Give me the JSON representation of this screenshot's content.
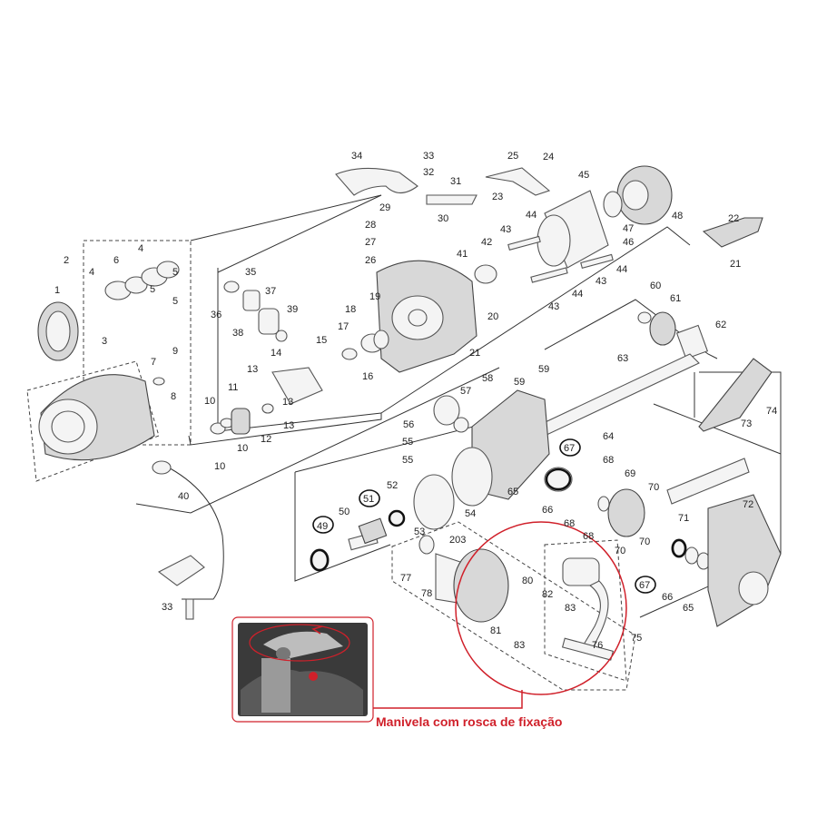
{
  "caption": "Manivela com rosca de fixação",
  "accent_color": "#d0202a",
  "labels": [
    {
      "id": "34",
      "text": "34"
    },
    {
      "id": "33a",
      "text": "33"
    },
    {
      "id": "32",
      "text": "32"
    },
    {
      "id": "25",
      "text": "25"
    },
    {
      "id": "24",
      "text": "24"
    },
    {
      "id": "31",
      "text": "31"
    },
    {
      "id": "23",
      "text": "23"
    },
    {
      "id": "45",
      "text": "45"
    },
    {
      "id": "29",
      "text": "29"
    },
    {
      "id": "30",
      "text": "30"
    },
    {
      "id": "47",
      "text": "47"
    },
    {
      "id": "48",
      "text": "48"
    },
    {
      "id": "28",
      "text": "28"
    },
    {
      "id": "44a",
      "text": "44"
    },
    {
      "id": "46",
      "text": "46"
    },
    {
      "id": "22",
      "text": "22"
    },
    {
      "id": "27",
      "text": "27"
    },
    {
      "id": "43a",
      "text": "43"
    },
    {
      "id": "42",
      "text": "42"
    },
    {
      "id": "41",
      "text": "41"
    },
    {
      "id": "26",
      "text": "26"
    },
    {
      "id": "44b",
      "text": "44"
    },
    {
      "id": "21a",
      "text": "21"
    },
    {
      "id": "2",
      "text": "2"
    },
    {
      "id": "4a",
      "text": "4"
    },
    {
      "id": "4b",
      "text": "4"
    },
    {
      "id": "35",
      "text": "35"
    },
    {
      "id": "6",
      "text": "6"
    },
    {
      "id": "5a",
      "text": "5"
    },
    {
      "id": "5b",
      "text": "5"
    },
    {
      "id": "5c",
      "text": "5"
    },
    {
      "id": "1",
      "text": "1"
    },
    {
      "id": "3",
      "text": "3"
    },
    {
      "id": "36",
      "text": "36"
    },
    {
      "id": "37",
      "text": "37"
    },
    {
      "id": "44c",
      "text": "44"
    },
    {
      "id": "43b",
      "text": "43"
    },
    {
      "id": "43c",
      "text": "43"
    },
    {
      "id": "60",
      "text": "60"
    },
    {
      "id": "61",
      "text": "61"
    },
    {
      "id": "18",
      "text": "18"
    },
    {
      "id": "19",
      "text": "19"
    },
    {
      "id": "20",
      "text": "20"
    },
    {
      "id": "39",
      "text": "39"
    },
    {
      "id": "38",
      "text": "38"
    },
    {
      "id": "62",
      "text": "62"
    },
    {
      "id": "17",
      "text": "17"
    },
    {
      "id": "15",
      "text": "15"
    },
    {
      "id": "16",
      "text": "16"
    },
    {
      "id": "21b",
      "text": "21"
    },
    {
      "id": "9",
      "text": "9"
    },
    {
      "id": "7",
      "text": "7"
    },
    {
      "id": "14",
      "text": "14"
    },
    {
      "id": "13a",
      "text": "13"
    },
    {
      "id": "63",
      "text": "63"
    },
    {
      "id": "8",
      "text": "8"
    },
    {
      "id": "58",
      "text": "58"
    },
    {
      "id": "59a",
      "text": "59"
    },
    {
      "id": "59b",
      "text": "59"
    },
    {
      "id": "57",
      "text": "57"
    },
    {
      "id": "11",
      "text": "11"
    },
    {
      "id": "10a",
      "text": "10"
    },
    {
      "id": "13b",
      "text": "13"
    },
    {
      "id": "13c",
      "text": "13"
    },
    {
      "id": "73",
      "text": "73"
    },
    {
      "id": "74",
      "text": "74"
    },
    {
      "id": "12",
      "text": "12"
    },
    {
      "id": "56",
      "text": "56"
    },
    {
      "id": "10b",
      "text": "10"
    },
    {
      "id": "10c",
      "text": "10"
    },
    {
      "id": "64",
      "text": "64"
    },
    {
      "id": "55a",
      "text": "55"
    },
    {
      "id": "67a",
      "text": "67"
    },
    {
      "id": "68a",
      "text": "68"
    },
    {
      "id": "55b",
      "text": "55"
    },
    {
      "id": "69",
      "text": "69"
    },
    {
      "id": "70a",
      "text": "70"
    },
    {
      "id": "40",
      "text": "40"
    },
    {
      "id": "65a",
      "text": "65"
    },
    {
      "id": "51",
      "text": "51"
    },
    {
      "id": "52",
      "text": "52"
    },
    {
      "id": "66a",
      "text": "66"
    },
    {
      "id": "54",
      "text": "54"
    },
    {
      "id": "72",
      "text": "72"
    },
    {
      "id": "71",
      "text": "71"
    },
    {
      "id": "50",
      "text": "50"
    },
    {
      "id": "68b",
      "text": "68"
    },
    {
      "id": "49",
      "text": "49"
    },
    {
      "id": "53",
      "text": "53"
    },
    {
      "id": "68c",
      "text": "68"
    },
    {
      "id": "203",
      "text": "203"
    },
    {
      "id": "70b",
      "text": "70"
    },
    {
      "id": "70c",
      "text": "70"
    },
    {
      "id": "77",
      "text": "77"
    },
    {
      "id": "67b",
      "text": "67"
    },
    {
      "id": "80",
      "text": "80"
    },
    {
      "id": "66b",
      "text": "66"
    },
    {
      "id": "78",
      "text": "78"
    },
    {
      "id": "82",
      "text": "82"
    },
    {
      "id": "65b",
      "text": "65"
    },
    {
      "id": "83a",
      "text": "83"
    },
    {
      "id": "81",
      "text": "81"
    },
    {
      "id": "75",
      "text": "75"
    },
    {
      "id": "83b",
      "text": "83"
    },
    {
      "id": "76",
      "text": "76"
    },
    {
      "id": "33b",
      "text": "33"
    }
  ],
  "circled": [
    "49",
    "51",
    "67a",
    "67b"
  ]
}
